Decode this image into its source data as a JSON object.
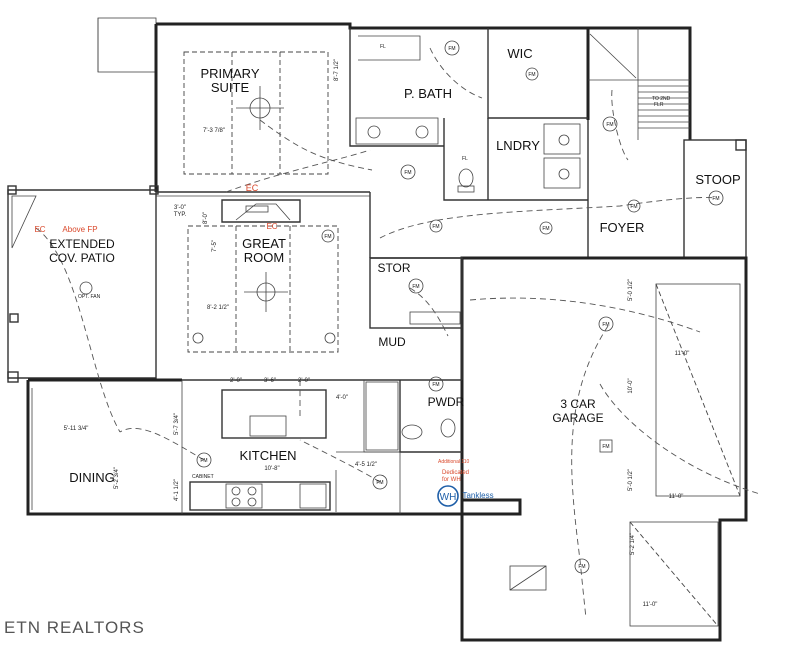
{
  "rooms": {
    "primary_suite_1": "PRIMARY",
    "primary_suite_2": "SUITE",
    "p_bath": "P. BATH",
    "wic": "WIC",
    "lndry": "LNDRY",
    "stoop": "STOOP",
    "foyer": "FOYER",
    "great_room_1": "GREAT",
    "great_room_2": "ROOM",
    "extended_patio_1": "EXTENDED",
    "extended_patio_2": "COV. PATIO",
    "stor": "STOR",
    "mud": "MUD",
    "pwdr": "PWDR",
    "kitchen": "KITCHEN",
    "dining": "DINING",
    "garage_1": "3 CAR",
    "garage_2": "GARAGE"
  },
  "dimensions": {
    "suite_width": "7'-3 7/8\"",
    "bath_height": "8'-7 1/2\"",
    "great_top": "3'-0\"",
    "great_typ": "TYP.",
    "great_v1": "8'-0\"",
    "great_v2": "7'-5\"",
    "great_width": "8'-2 1/2\"",
    "island_a": "2'-0\"",
    "island_b": "3'-6\"",
    "island_c": "2'-0\"",
    "island_side": "4'-0\"",
    "kitchen_v": "5'-7 3/4\"",
    "kitchen_w": "10'-8\"",
    "kitchen_low": "4'-1 1/2\"",
    "dining_w": "5'-11 3/4\"",
    "dining_v": "5'-2 3/4\"",
    "mud_v": "4'-5 1/2\"",
    "garage_a": "5'-0 1/2\"",
    "garage_b": "11'-0\"",
    "garage_c": "10'-0\"",
    "garage_d": "5'-0 1/2\"",
    "garage_e": "11'-0\"",
    "garage_f": "5'-2 1/4\"",
    "garage_g": "11'-0\""
  },
  "annotations": {
    "ec_top": "EC",
    "ec_mid": "EC",
    "ec_patio": "EC",
    "above_fp": "Above FP",
    "fm": "FM",
    "fl": "FL",
    "to_2nd": "TO 2ND",
    "fla": "FLR",
    "opt_fan": "OPT. FAN",
    "cabinet": "CABINET",
    "additional_1": "Additional 110",
    "dedicated_1": "Dedicated",
    "dedicated_2": "for WH",
    "wh": "WH",
    "tankless": "Tankless"
  },
  "watermark": "ETN REALTORS",
  "colors": {
    "annotation_red": "#d9482b",
    "tankless_blue": "#1f5fa8",
    "line": "#222222"
  }
}
